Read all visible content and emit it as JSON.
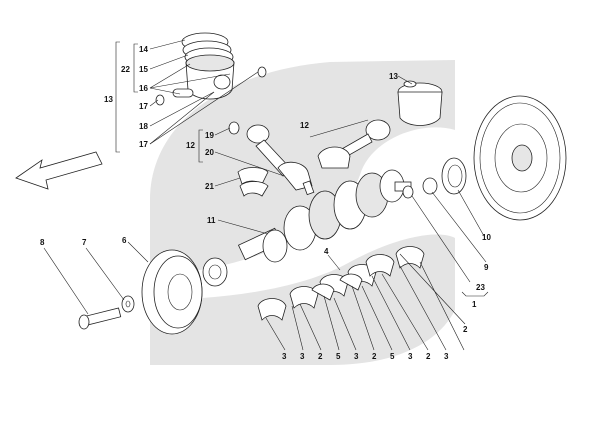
{
  "labels": [
    {
      "id": "14",
      "text": "14"
    },
    {
      "id": "22",
      "text": "22"
    },
    {
      "id": "15",
      "text": "15"
    },
    {
      "id": "16",
      "text": "16"
    },
    {
      "id": "13a",
      "text": "13"
    },
    {
      "id": "17a",
      "text": "17"
    },
    {
      "id": "18",
      "text": "18"
    },
    {
      "id": "17b",
      "text": "17"
    },
    {
      "id": "13b",
      "text": "13"
    },
    {
      "id": "12a",
      "text": "12"
    },
    {
      "id": "19",
      "text": "19"
    },
    {
      "id": "20",
      "text": "20"
    },
    {
      "id": "12b",
      "text": "12"
    },
    {
      "id": "21",
      "text": "21"
    },
    {
      "id": "11",
      "text": "11"
    },
    {
      "id": "8",
      "text": "8"
    },
    {
      "id": "7",
      "text": "7"
    },
    {
      "id": "6",
      "text": "6"
    },
    {
      "id": "4",
      "text": "4"
    },
    {
      "id": "10",
      "text": "10"
    },
    {
      "id": "9",
      "text": "9"
    },
    {
      "id": "23",
      "text": "23"
    },
    {
      "id": "1",
      "text": "1"
    },
    {
      "id": "2r",
      "text": "2"
    },
    {
      "id": "b3a",
      "text": "3"
    },
    {
      "id": "b3b",
      "text": "3"
    },
    {
      "id": "b2a",
      "text": "2"
    },
    {
      "id": "b5a",
      "text": "5"
    },
    {
      "id": "b3c",
      "text": "3"
    },
    {
      "id": "b2b",
      "text": "2"
    },
    {
      "id": "b5b",
      "text": "5"
    },
    {
      "id": "b3d",
      "text": "3"
    },
    {
      "id": "b2c",
      "text": "2"
    },
    {
      "id": "b3e",
      "text": "3"
    }
  ]
}
